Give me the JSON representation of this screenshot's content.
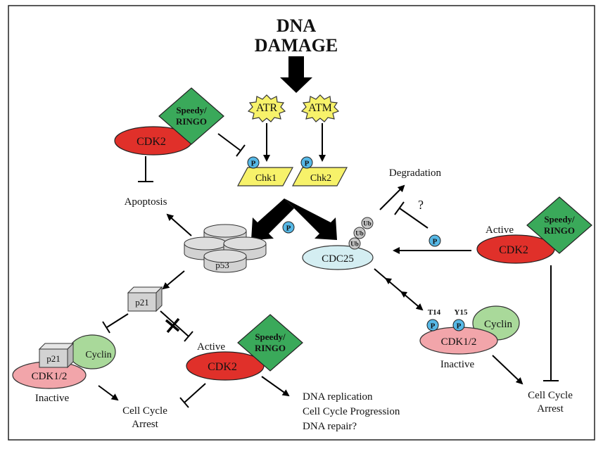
{
  "title": {
    "line1": "DNA",
    "line2": "DAMAGE"
  },
  "kinases": {
    "atr": "ATR",
    "atm": "ATM",
    "chk1": "Chk1",
    "chk2": "Chk2"
  },
  "phospho": "P",
  "ubiquitin": "Ub",
  "speedy": {
    "line1": "Speedy/",
    "line2": "RINGO"
  },
  "cdk2": "CDK2",
  "cdk12": "CDK1/2",
  "cyclin": "Cyclin",
  "p53": "p53",
  "p21": "p21",
  "cdc25": "CDC25",
  "labels": {
    "apoptosis": "Apoptosis",
    "degradation": "Degradation",
    "question": "?",
    "active": "Active",
    "inactive": "Inactive",
    "t14": "T14",
    "y15": "Y15",
    "arrest1": "Cell Cycle",
    "arrest2": "Arrest",
    "dna_replication": "DNA replication",
    "progression": "Cell Cycle Progression",
    "dna_repair": "DNA repair?"
  },
  "colors": {
    "cdk2_red": "#e0302a",
    "speedy_green": "#3aa95a",
    "kinase_yellow": "#f7f26a",
    "phospho_blue": "#56b8e6",
    "cdc25_cyan": "#d4eef2",
    "cdk12_pink": "#f2a5aa",
    "cyclin_green": "#a9d99a",
    "gray": "#d2d2d2"
  }
}
